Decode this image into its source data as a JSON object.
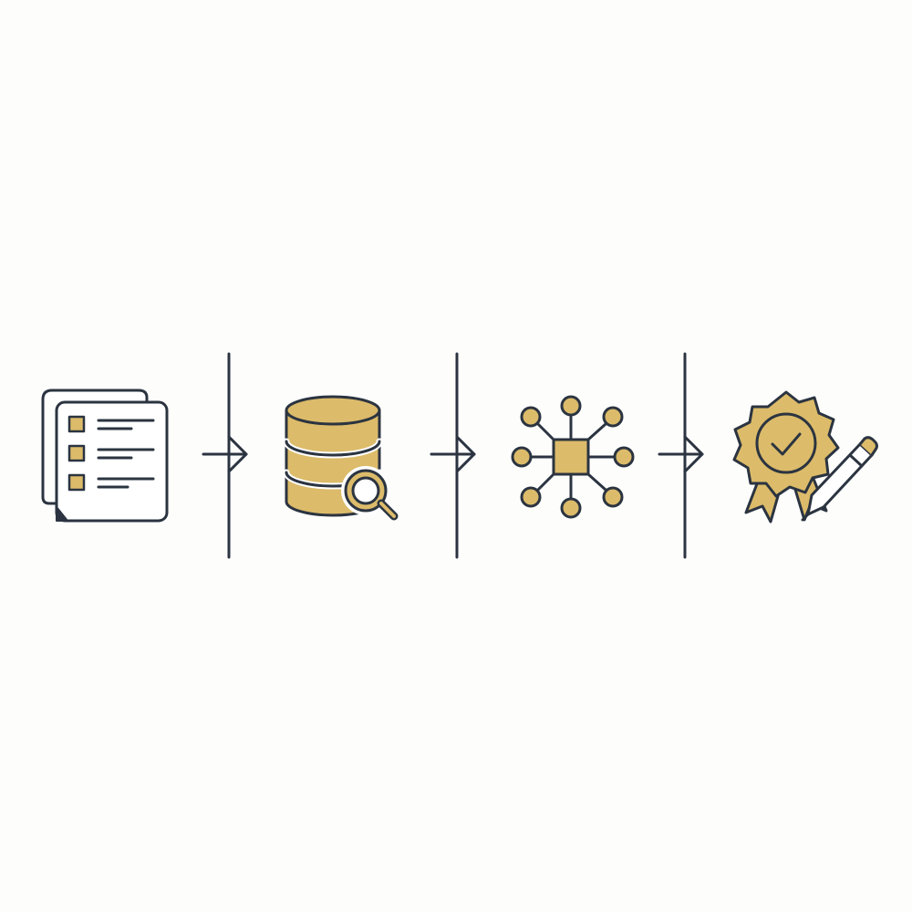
{
  "colors": {
    "background": "#fdfdfc",
    "stroke": "#2b3440",
    "accent_fill": "#dcbb6a",
    "paper_fill": "#ffffff"
  },
  "diagram": {
    "type": "process-flow",
    "direction": "left-to-right",
    "steps": [
      {
        "icon": "checklist-documents-icon"
      },
      {
        "icon": "database-search-icon"
      },
      {
        "icon": "network-hub-icon"
      },
      {
        "icon": "certified-badge-pen-icon"
      }
    ],
    "connectors": [
      {
        "from": 1,
        "to": 2,
        "icon": "arrow-right-icon"
      },
      {
        "from": 2,
        "to": 3,
        "icon": "arrow-right-icon"
      },
      {
        "from": 3,
        "to": 4,
        "icon": "arrow-right-icon"
      }
    ]
  }
}
